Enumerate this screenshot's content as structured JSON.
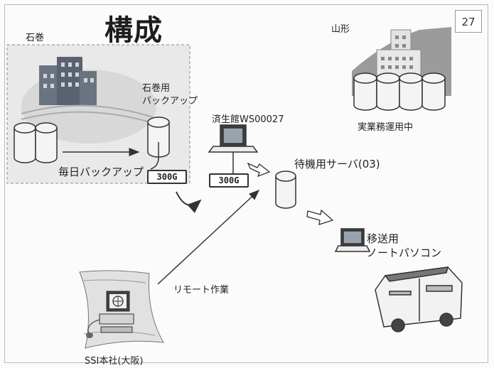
{
  "page_number": "27",
  "title": "構成",
  "nodes": {
    "ishinomaki": "石巻",
    "yamagata": "山形",
    "ishinomaki_backup": [
      "石巻用",
      "バックアップ"
    ],
    "saiseikan_ws": "済生館WS00027",
    "standby_server": "待機用サーバ(03)",
    "yamagata_status": "実業務運用中",
    "transfer_pc": [
      "移送用",
      "ノートパソコン"
    ],
    "ssi_hq": "SSI本社(大阪)"
  },
  "edges": {
    "daily_backup": "毎日バックアップ",
    "remote_work": "リモート作業"
  },
  "disk_tags": [
    "300G",
    "300G"
  ],
  "colors": {
    "line": "#333333",
    "region_fill": "#e6e6e6",
    "building": "#5a6470"
  }
}
